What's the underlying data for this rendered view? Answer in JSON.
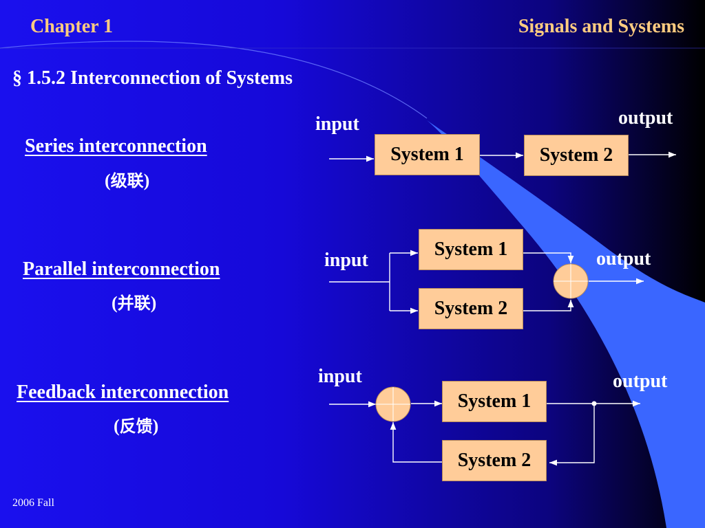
{
  "header": {
    "chapter": "Chapter 1",
    "course": "Signals  and  Systems"
  },
  "section_title": "§  1.5.2  Interconnection of Systems",
  "series": {
    "label": "Series interconnection",
    "cn_open": "(",
    "cn": "级联",
    "cn_close": ")",
    "input": "input",
    "output": "output",
    "box1": "System 1",
    "box2": "System 2"
  },
  "parallel": {
    "label": "Parallel interconnection",
    "cn_open": "(",
    "cn": "并联",
    "cn_close": ")",
    "input": "input",
    "output": "output",
    "box1": "System 1",
    "box2": "System 2"
  },
  "feedback": {
    "label": "Feedback interconnection",
    "cn_open": "(",
    "cn": "反馈",
    "cn_close": ")",
    "input": "input",
    "output": "output",
    "box1": "System 1",
    "box2": "System 2"
  },
  "footer": "2006 Fall",
  "colors": {
    "background": "#1a10ee",
    "header_text": "#ffcc80",
    "box_fill": "#ffcc99",
    "summing_node_fill": "#ffcc99",
    "wire": "#ffffff",
    "accent_band": "#3a66ff"
  }
}
